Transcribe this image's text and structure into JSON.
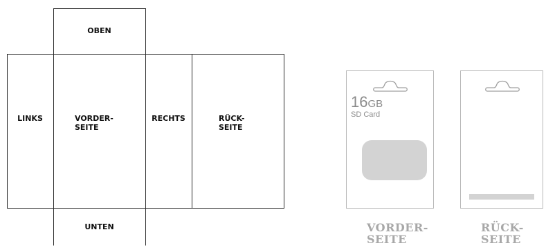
{
  "net": {
    "top_label": "OBEN",
    "left_label": "LINKS",
    "front_label_line1": "VORDER-",
    "front_label_line2": "SEITE",
    "right_label": "RECHTS",
    "back_label_line1": "RÜCK-",
    "back_label_line2": "SEITE",
    "bottom_label": "UNTEN"
  },
  "front_card": {
    "capacity_number": "16",
    "capacity_unit": "GB",
    "product_name": "SD Card",
    "caption_line1": "VORDER-",
    "caption_line2": "SEITE"
  },
  "back_card": {
    "caption_line1": "RÜCK-",
    "caption_line2": "SEITE"
  },
  "colors": {
    "outline": "#2a2a2a",
    "card_border": "#b7b7b7",
    "card_chip": "#d3d3d3",
    "caption": "#a8a8a8",
    "card_text": "#8a8a8a"
  }
}
